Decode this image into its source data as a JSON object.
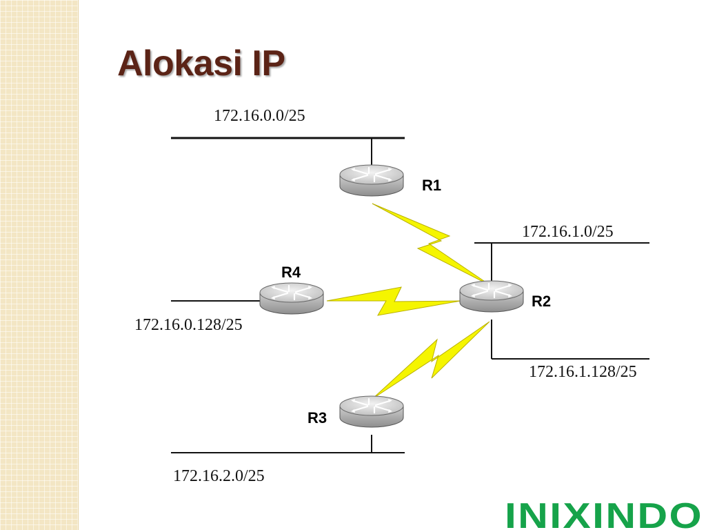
{
  "title": "Alokasi IP",
  "routers": [
    {
      "name": "R1"
    },
    {
      "name": "R2"
    },
    {
      "name": "R3"
    },
    {
      "name": "R4"
    }
  ],
  "networks": [
    {
      "label": "172.16.0.0/25"
    },
    {
      "label": "172.16.1.0/25"
    },
    {
      "label": "172.16.0.128/25"
    },
    {
      "label": "172.16.1.128/25"
    },
    {
      "label": "172.16.2.0/25"
    }
  ],
  "colors": {
    "title": "#5b2316",
    "serial_link": "#f5f500",
    "router_body": "#a8a8a8",
    "logo_green": "#16a34a",
    "logo_red": "#dc1c1c"
  },
  "logo": {
    "text": "INIXINDO"
  }
}
